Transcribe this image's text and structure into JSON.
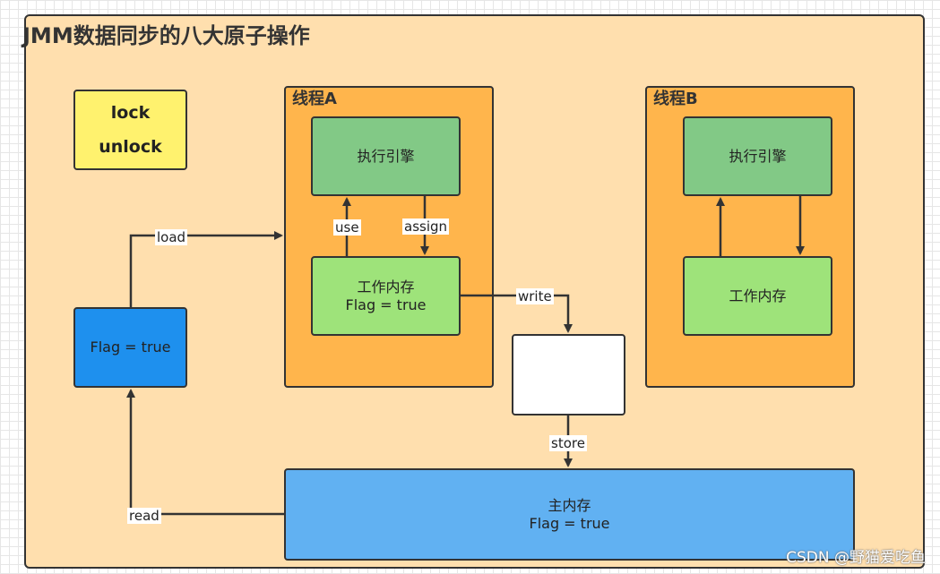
{
  "title": "JMM数据同步的八大原子操作",
  "lock_box": {
    "lock": "lock",
    "unlock": "unlock"
  },
  "thread_a": {
    "label": "线程A",
    "engine": "执行引擎",
    "work_memory": {
      "title": "工作内存",
      "value": "Flag = true"
    }
  },
  "thread_b": {
    "label": "线程B",
    "engine": "执行引擎",
    "work_memory": {
      "title": "工作内存"
    }
  },
  "loaded_value": "Flag = true",
  "main_memory": {
    "title": "主内存",
    "value": "Flag = true"
  },
  "operations": {
    "load": "load",
    "use": "use",
    "assign": "assign",
    "write": "write",
    "store": "store",
    "read": "read"
  },
  "watermark": "CSDN @野猫爱吃鱼",
  "colors": {
    "frame": "#ffdfae",
    "thread": "#ffb54c",
    "engine": "#82c986",
    "work_memory": "#9ee37a",
    "lock": "#fff26e",
    "value_box": "#1e90ee",
    "main_memory": "#61b1f2"
  }
}
